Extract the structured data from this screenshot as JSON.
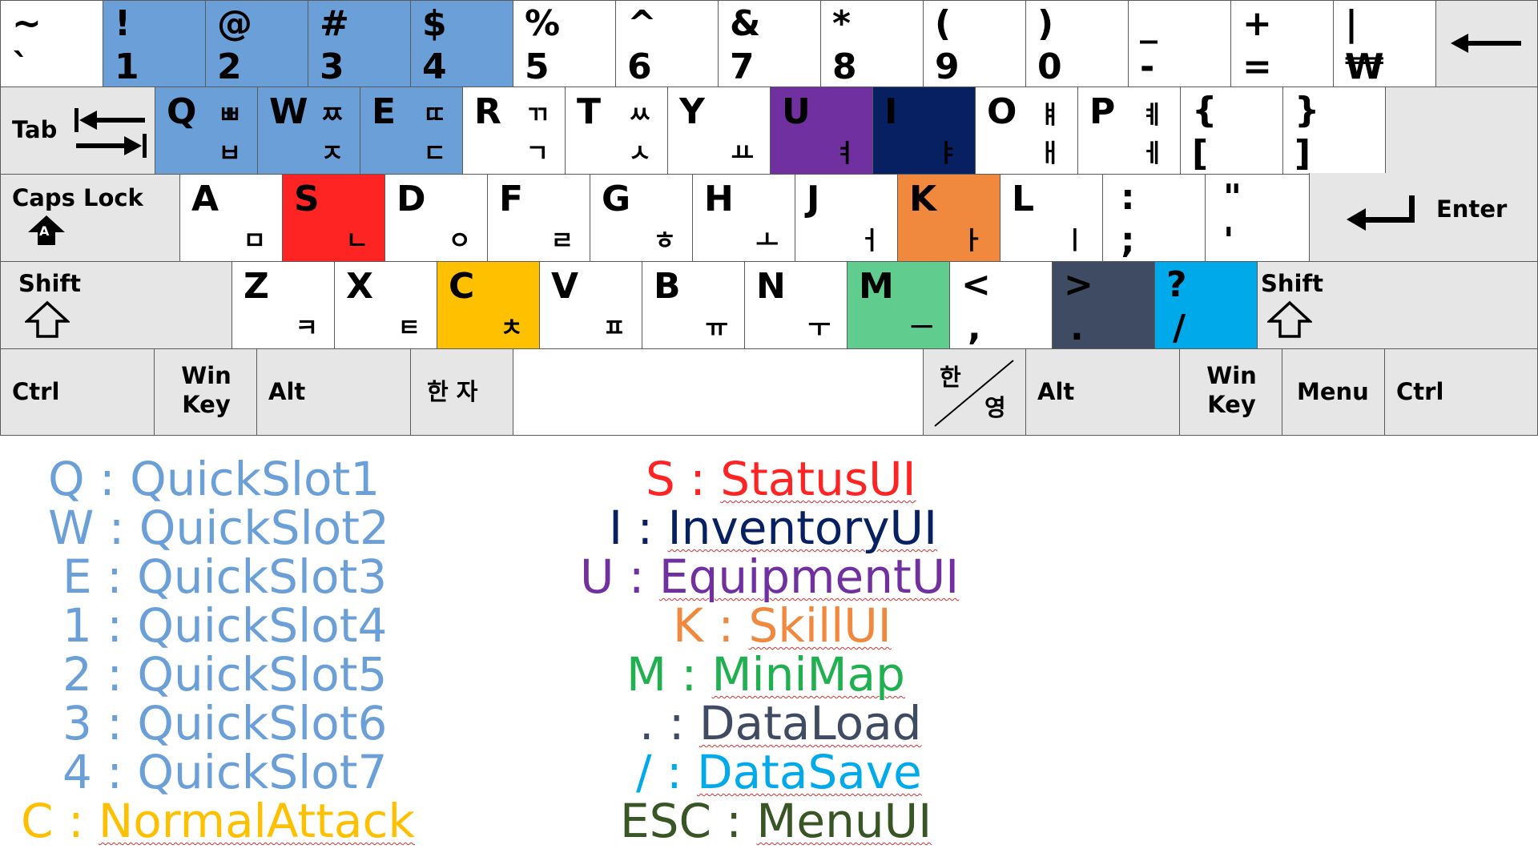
{
  "colors": {
    "quickslot": "#6a9fd8",
    "status": "#ff2424",
    "inventory": "#062062",
    "equipment": "#7030a0",
    "skill": "#f0883e",
    "minimap": "#60cc8e",
    "minimap_text": "#20b050",
    "dataload": "#3f4b63",
    "datasave": "#00aaea",
    "attack": "#ffc000",
    "menu": "#385623",
    "key_gray": "#e6e6e6"
  },
  "keys": {
    "backtick": {
      "shift": "~",
      "base": "`"
    },
    "d1": {
      "shift": "!",
      "base": "1"
    },
    "d2": {
      "shift": "@",
      "base": "2"
    },
    "d3": {
      "shift": "#",
      "base": "3"
    },
    "d4": {
      "shift": "$",
      "base": "4"
    },
    "d5": {
      "shift": "%",
      "base": "5"
    },
    "d6": {
      "shift": "^",
      "base": "6"
    },
    "d7": {
      "shift": "&",
      "base": "7"
    },
    "d8": {
      "shift": "*",
      "base": "8"
    },
    "d9": {
      "shift": "(",
      "base": "9"
    },
    "d0": {
      "shift": ")",
      "base": "0"
    },
    "minus": {
      "shift": "_",
      "base": "-"
    },
    "equals": {
      "shift": "+",
      "base": "="
    },
    "won": {
      "shift": "|",
      "base": "₩"
    },
    "tab": {
      "label": "Tab"
    },
    "q": {
      "letter": "Q",
      "hsh": "ㅃ",
      "hb": "ㅂ"
    },
    "w": {
      "letter": "W",
      "hsh": "ㅉ",
      "hb": "ㅈ"
    },
    "e": {
      "letter": "E",
      "hsh": "ㄸ",
      "hb": "ㄷ"
    },
    "r": {
      "letter": "R",
      "hsh": "ㄲ",
      "hb": "ㄱ"
    },
    "t": {
      "letter": "T",
      "hsh": "ㅆ",
      "hb": "ㅅ"
    },
    "y": {
      "letter": "Y",
      "hb": "ㅛ"
    },
    "u": {
      "letter": "U",
      "hb": "ㅕ"
    },
    "i": {
      "letter": "I",
      "hb": "ㅑ"
    },
    "o": {
      "letter": "O",
      "hsh": "ㅒ",
      "hb": "ㅐ"
    },
    "p": {
      "letter": "P",
      "hsh": "ㅖ",
      "hb": "ㅔ"
    },
    "lbracket": {
      "shift": "{",
      "base": "["
    },
    "rbracket": {
      "shift": "}",
      "base": "]"
    },
    "caps": {
      "label": "Caps Lock",
      "glyph": "A"
    },
    "a": {
      "letter": "A",
      "hb": "ㅁ"
    },
    "s": {
      "letter": "S",
      "hb": "ㄴ"
    },
    "d": {
      "letter": "D",
      "hb": "ㅇ"
    },
    "f": {
      "letter": "F",
      "hb": "ㄹ"
    },
    "g": {
      "letter": "G",
      "hb": "ㅎ"
    },
    "h": {
      "letter": "H",
      "hb": "ㅗ"
    },
    "j": {
      "letter": "J",
      "hb": "ㅓ"
    },
    "k": {
      "letter": "K",
      "hb": "ㅏ"
    },
    "l": {
      "letter": "L",
      "hb": "ㅣ"
    },
    "semicolon": {
      "shift": ":",
      "base": ";"
    },
    "quote": {
      "shift": "\"",
      "base": "'"
    },
    "enter": {
      "label": "Enter"
    },
    "lshift": {
      "label": "Shift"
    },
    "z": {
      "letter": "Z",
      "hb": "ㅋ"
    },
    "x": {
      "letter": "X",
      "hb": "ㅌ"
    },
    "c": {
      "letter": "C",
      "hb": "ㅊ"
    },
    "v": {
      "letter": "V",
      "hb": "ㅍ"
    },
    "b": {
      "letter": "B",
      "hb": "ㅠ"
    },
    "n": {
      "letter": "N",
      "hb": "ㅜ"
    },
    "m": {
      "letter": "M",
      "hb": "ㅡ"
    },
    "comma": {
      "shift": "<",
      "base": ","
    },
    "period": {
      "shift": ">",
      "base": "."
    },
    "slash": {
      "shift": "?",
      "base": "/"
    },
    "rshift": {
      "label": "Shift"
    },
    "lctrl": {
      "label": "Ctrl"
    },
    "lwin": {
      "line1": "Win",
      "line2": "Key"
    },
    "lalt": {
      "label": "Alt"
    },
    "hanja": {
      "label": "한 자"
    },
    "hanyoung": {
      "top": "한",
      "bottom": "영"
    },
    "ralt": {
      "label": "Alt"
    },
    "rwin": {
      "line1": "Win",
      "line2": "Key"
    },
    "menu": {
      "label": "Menu"
    },
    "rctrl": {
      "label": "Ctrl"
    }
  },
  "legend_left": [
    {
      "key": "Q",
      "name": "QuickSlot1"
    },
    {
      "key": "W",
      "name": "QuickSlot2"
    },
    {
      "key": "E",
      "name": "QuickSlot3"
    },
    {
      "key": "1",
      "name": "QuickSlot4"
    },
    {
      "key": "2",
      "name": "QuickSlot5"
    },
    {
      "key": "3",
      "name": "QuickSlot6"
    },
    {
      "key": "4",
      "name": "QuickSlot7"
    },
    {
      "key": "C",
      "name": "NormalAttack"
    }
  ],
  "legend_right": [
    {
      "key": "S",
      "name": "StatusUI"
    },
    {
      "key": "I",
      "name": "InventoryUI"
    },
    {
      "key": "U",
      "name": "EquipmentUI"
    },
    {
      "key": "K",
      "name": "SkillUI"
    },
    {
      "key": "M",
      "name": "MiniMap"
    },
    {
      "key": ".",
      "name": "DataLoad"
    },
    {
      "key": "/",
      "name": "DataSave"
    },
    {
      "key": "ESC",
      "name": "MenuUI"
    }
  ],
  "separator": ":"
}
